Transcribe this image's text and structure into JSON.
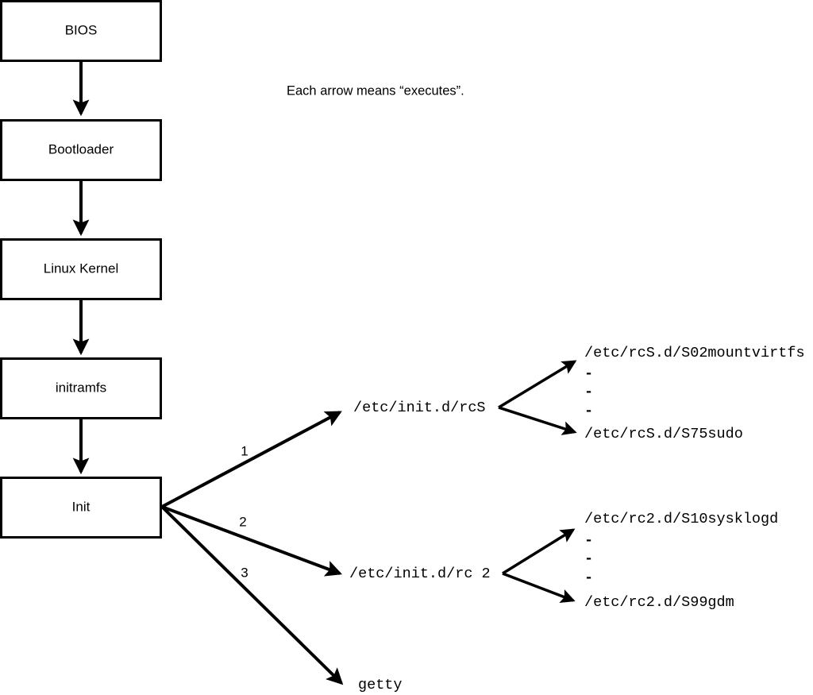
{
  "diagram": {
    "title": "Linux boot process flowchart",
    "note": {
      "text": "Each arrow means “executes”."
    },
    "colors": {
      "stroke": "#000000",
      "fill": "#ffffff",
      "background": "#ffffff"
    },
    "boxes": [
      {
        "id": "bios",
        "label": "BIOS"
      },
      {
        "id": "bootloader",
        "label": "Bootloader"
      },
      {
        "id": "kernel",
        "label": "Linux Kernel"
      },
      {
        "id": "initramfs",
        "label": "initramfs"
      },
      {
        "id": "init",
        "label": "Init"
      }
    ],
    "edge_numbers": [
      {
        "id": "edge-1",
        "label": "1"
      },
      {
        "id": "edge-2",
        "label": "2"
      },
      {
        "id": "edge-3",
        "label": "3"
      }
    ],
    "mid_labels": [
      {
        "id": "rcs",
        "label": "/etc/init.d/rcS"
      },
      {
        "id": "rc2",
        "label": "/etc/init.d/rc 2"
      },
      {
        "id": "getty",
        "label": "getty"
      }
    ],
    "rcs_branch": {
      "first": "/etc/rcS.d/S02mountvirtfs",
      "last": "/etc/rcS.d/S75sudo",
      "ellipsis": [
        "-",
        "-",
        "-"
      ]
    },
    "rc2_branch": {
      "first": "/etc/rc2.d/S10sysklogd",
      "last": "/etc/rc2.d/S99gdm",
      "ellipsis": [
        "-",
        "-",
        "-"
      ]
    }
  }
}
